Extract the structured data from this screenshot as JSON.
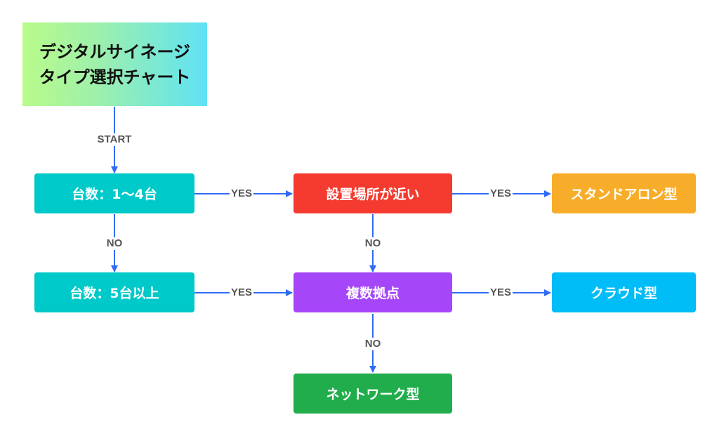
{
  "title": {
    "line1": "デジタルサイネージ",
    "line2": "タイプ選択チャート"
  },
  "nodes": {
    "q1": {
      "label": "台数：1〜4台",
      "color": "#00c9c9"
    },
    "q2": {
      "label": "台数：5台以上",
      "color": "#00c9c9"
    },
    "q3": {
      "label": "設置場所が近い",
      "color": "#f53b30"
    },
    "q4": {
      "label": "複数拠点",
      "color": "#a646f9"
    },
    "r1": {
      "label": "スタンドアロン型",
      "color": "#f8ad2a"
    },
    "r2": {
      "label": "クラウド型",
      "color": "#00bcf7"
    },
    "r3": {
      "label": "ネットワーク型",
      "color": "#22ad4c"
    }
  },
  "edge_labels": {
    "start": "START",
    "no": "NO",
    "yes": "YES"
  },
  "colors": {
    "connector": "#2f6bf5",
    "label_text": "#555555"
  }
}
